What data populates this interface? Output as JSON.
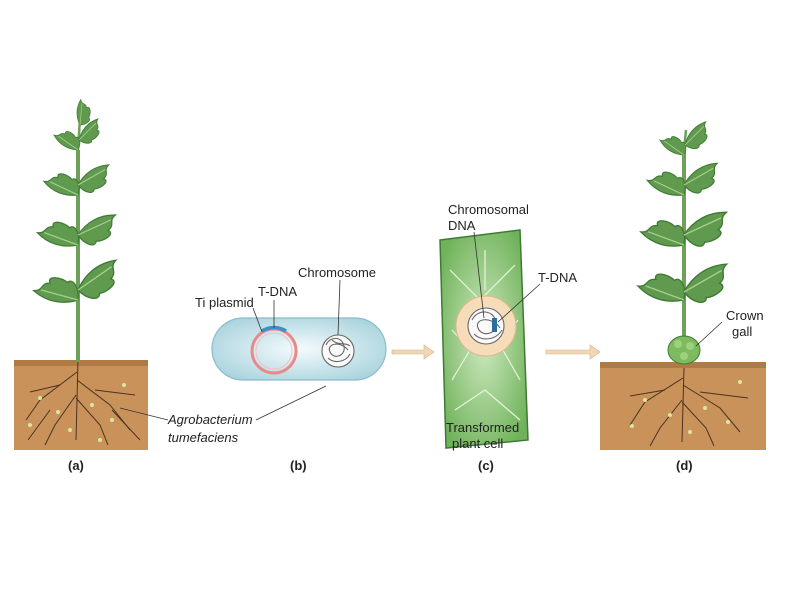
{
  "panels": {
    "a": "(a)",
    "b": "(b)",
    "c": "(c)",
    "d": "(d)"
  },
  "labels": {
    "agrobacterium_line1": "Agrobacterium",
    "agrobacterium_line2": "tumefaciens",
    "ti_plasmid": "Ti plasmid",
    "t_dna_b": "T-DNA",
    "chromosome": "Chromosome",
    "chromosomal_line1": "Chromosomal",
    "chromosomal_line2": "DNA",
    "t_dna_c": "T-DNA",
    "transformed_line1": "Transformed",
    "transformed_line2": "plant cell",
    "crown_line1": "Crown",
    "crown_line2": "gall"
  },
  "colors": {
    "soil": "#c9925a",
    "soil_dark": "#b07a45",
    "stem": "#6ea05a",
    "leaf": "#5f9a4e",
    "leaf_light": "#a8cf8f",
    "bacterium": "#cfe6ec",
    "plasmid": "#e88a8a",
    "t_dna": "#3a8fc8",
    "cell": "#8fc77a",
    "nucleus": "#f6dcb8",
    "arrow": "#f0d6b4"
  }
}
